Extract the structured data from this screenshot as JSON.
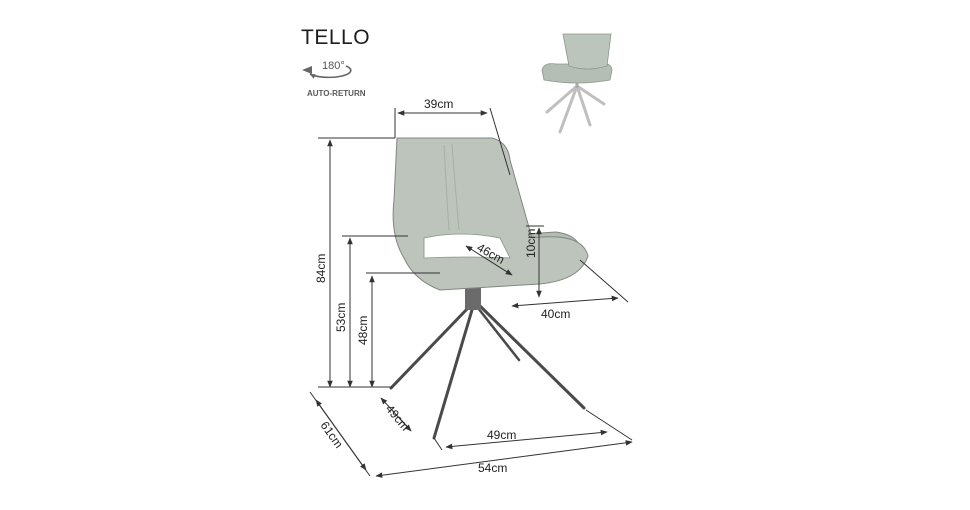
{
  "product": {
    "name": "TELLO",
    "rotation_label": "180°",
    "rotation_feature": "AUTO-RETURN"
  },
  "dimensions": {
    "backrest_width": "39cm",
    "total_height": "84cm",
    "armrest_height": "53cm",
    "seat_height": "48cm",
    "seat_depth": "46cm",
    "armrest_above_seat": "10cm",
    "seat_width": "40cm",
    "base_depth": "49cm",
    "base_width": "49cm",
    "overall_depth": "61cm",
    "overall_width": "54cm"
  },
  "colors": {
    "fabric": "#bcc4bc",
    "fabric_dark": "#a2aca2",
    "line": "#333333",
    "leg": "#4a4a4a"
  }
}
